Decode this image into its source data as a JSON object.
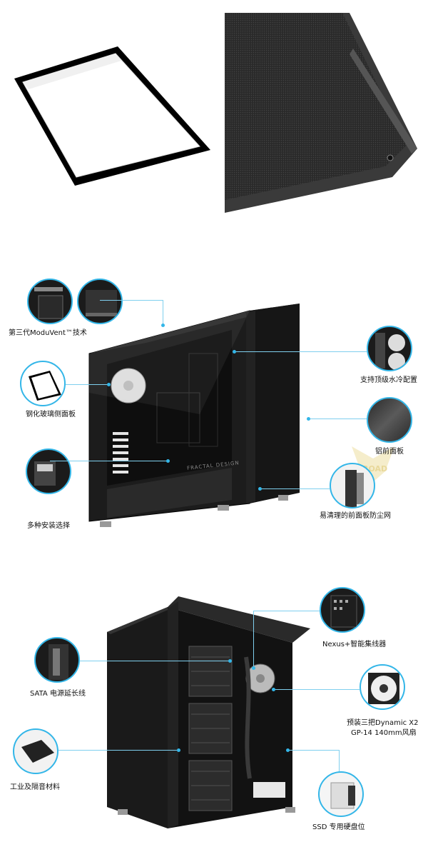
{
  "section1": {
    "panels": []
  },
  "section2": {
    "brand_plate": "FRACTAL DESIGN",
    "watermark": "ROAD",
    "callouts": [
      {
        "id": "moduvent",
        "label": "第三代ModuVent™技术"
      },
      {
        "id": "glass",
        "label": "钢化玻璃侧面板"
      },
      {
        "id": "mounting",
        "label": "多种安装选择"
      },
      {
        "id": "radiator",
        "label": "支持顶级水冷配置"
      },
      {
        "id": "aluminium",
        "label": "铝前面板"
      },
      {
        "id": "dustfilter",
        "label": "易清理的前面板防尘网"
      }
    ]
  },
  "section3": {
    "callouts": [
      {
        "id": "sata",
        "label": "SATA 电源延长线"
      },
      {
        "id": "sound",
        "label": "工业及隔音材料"
      },
      {
        "id": "nexus",
        "label": "Nexus+智能集线器"
      },
      {
        "id": "fans",
        "label_line1": "预装三把Dynamic X2",
        "label_line2": "GP-14 140mm风扇"
      },
      {
        "id": "ssd",
        "label": "SSD 专用硬盘位"
      }
    ]
  },
  "colors": {
    "accent": "#33b6e8",
    "case_black": "#111111"
  }
}
